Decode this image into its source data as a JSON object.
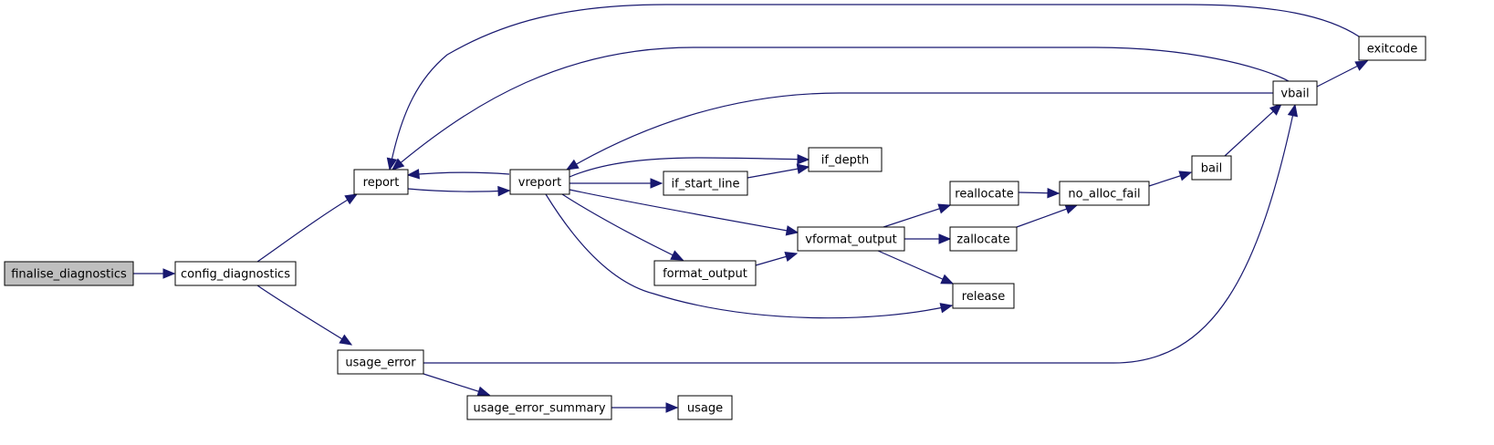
{
  "graph": {
    "colors": {
      "edge": "#191970",
      "root_fill": "#bfbfbf",
      "node_fill": "#ffffff",
      "node_border": "#000000"
    },
    "nodes": [
      {
        "id": "finalise_diagnostics",
        "label": "finalise_diagnostics",
        "root": true
      },
      {
        "id": "config_diagnostics",
        "label": "config_diagnostics"
      },
      {
        "id": "report",
        "label": "report"
      },
      {
        "id": "vreport",
        "label": "vreport"
      },
      {
        "id": "usage_error",
        "label": "usage_error"
      },
      {
        "id": "usage_error_summary",
        "label": "usage_error_summary"
      },
      {
        "id": "usage",
        "label": "usage"
      },
      {
        "id": "if_start_line",
        "label": "if_start_line"
      },
      {
        "id": "if_depth",
        "label": "if_depth"
      },
      {
        "id": "format_output",
        "label": "format_output"
      },
      {
        "id": "vformat_output",
        "label": "vformat_output"
      },
      {
        "id": "reallocate",
        "label": "reallocate"
      },
      {
        "id": "zallocate",
        "label": "zallocate"
      },
      {
        "id": "release",
        "label": "release"
      },
      {
        "id": "no_alloc_fail",
        "label": "no_alloc_fail"
      },
      {
        "id": "bail",
        "label": "bail"
      },
      {
        "id": "vbail",
        "label": "vbail"
      },
      {
        "id": "exitcode",
        "label": "exitcode"
      }
    ],
    "edges": [
      {
        "from": "finalise_diagnostics",
        "to": "config_diagnostics"
      },
      {
        "from": "config_diagnostics",
        "to": "report"
      },
      {
        "from": "config_diagnostics",
        "to": "usage_error"
      },
      {
        "from": "report",
        "to": "vreport"
      },
      {
        "from": "vreport",
        "to": "report"
      },
      {
        "from": "vreport",
        "to": "if_depth"
      },
      {
        "from": "vreport",
        "to": "if_start_line"
      },
      {
        "from": "vreport",
        "to": "vformat_output"
      },
      {
        "from": "vreport",
        "to": "format_output"
      },
      {
        "from": "vreport",
        "to": "release"
      },
      {
        "from": "if_start_line",
        "to": "if_depth"
      },
      {
        "from": "format_output",
        "to": "vformat_output"
      },
      {
        "from": "vformat_output",
        "to": "reallocate"
      },
      {
        "from": "vformat_output",
        "to": "zallocate"
      },
      {
        "from": "vformat_output",
        "to": "release"
      },
      {
        "from": "reallocate",
        "to": "no_alloc_fail"
      },
      {
        "from": "zallocate",
        "to": "no_alloc_fail"
      },
      {
        "from": "no_alloc_fail",
        "to": "bail"
      },
      {
        "from": "bail",
        "to": "vbail"
      },
      {
        "from": "vbail",
        "to": "exitcode"
      },
      {
        "from": "vbail",
        "to": "vreport"
      },
      {
        "from": "vbail",
        "to": "report"
      },
      {
        "from": "exitcode",
        "to": "report"
      },
      {
        "from": "usage_error",
        "to": "vbail"
      },
      {
        "from": "usage_error",
        "to": "usage_error_summary"
      },
      {
        "from": "usage_error_summary",
        "to": "usage"
      }
    ]
  }
}
